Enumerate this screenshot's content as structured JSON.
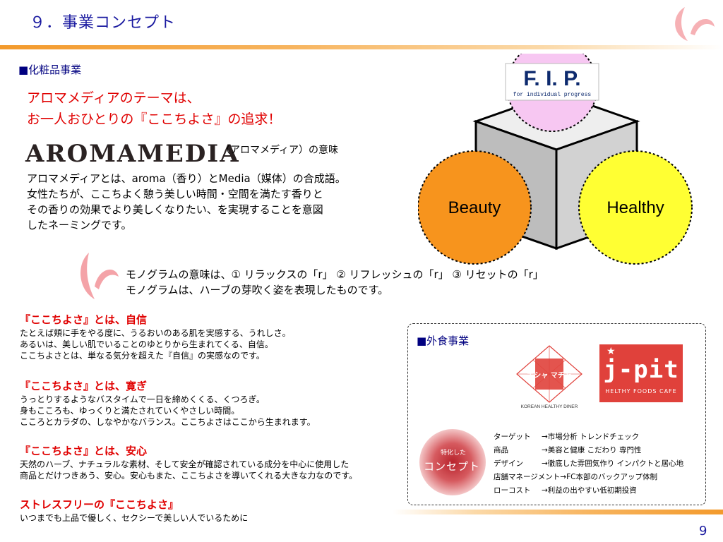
{
  "header": {
    "title": "９．事業コンセプト"
  },
  "cosmetics": {
    "section_label": "■化粧品事業",
    "theme_line1": "アロマメディアのテーマは、",
    "theme_line2": "お一人おひとりの『ここちよさ』の追求！",
    "logo_text": "AROMAMEDIA",
    "meaning_label": "（アロマメディア）の意味",
    "desc_lines": [
      "アロマメディアとは、aroma（香り）とMedia（媒体）の合成語。",
      "女性たちが、ここちよく憩う美しい時間・空間を満たす香りと",
      "その香りの効果でより美しくなりたい、を実現することを意図",
      "したネーミングです。"
    ],
    "monogram_lines": [
      "モノグラムの意味は、①  リラックスの「r」  ②  リフレッシュの「r」  ③  リセットの「r」",
      "モノグラムは、ハーブの芽吹く姿を表現したものです。"
    ]
  },
  "diagram": {
    "fip_logo": "F. I. P.",
    "fip_tagline": "for individual progress",
    "circle_left": "Beauty",
    "circle_right": "Healthy",
    "colors": {
      "fip_fill": "#f7c7f2",
      "beauty_fill": "#f7941d",
      "healthy_fill": "#ffff33"
    }
  },
  "kokoro": [
    {
      "heading": "『ここちよさ』とは、自信",
      "lines": [
        "たとえば頬に手をやる度に、うるおいのある肌を実感する、うれしさ。",
        "あるいは、美しい肌でいることのゆとりから生まれてくる、自信。",
        "ここちよさとは、単なる気分を超えた『自信』の実感なのです。"
      ]
    },
    {
      "heading": "『ここちよさ』とは、寛ぎ",
      "lines": [
        "うっとりするようなバスタイムで一日を締めくくる、くつろぎ。",
        "身もこころも、ゆっくりと満たされていくやさしい時間。",
        "こころとカラダの、しなやかなバランス。ここちよさはここから生まれます。"
      ]
    },
    {
      "heading": "『ここちよさ』とは、安心",
      "lines": [
        "天然のハーブ、ナチュラルな素材、そして安全が確認されている成分を中心に使用した",
        "商品とだけつきあう、安心。安心もまた、ここちよさを導いてくれる大きな力なのです。"
      ]
    },
    {
      "heading": "ストレスフリーの『ここちよさ』",
      "lines": [
        "いつまでも上品で優しく、セクシーで美しい人でいるために"
      ]
    }
  ],
  "food": {
    "section_label": "■外食事業",
    "pocha_logo_text": "ポシャ マチャ",
    "pocha_tagline": "KOREAN HEALTHY DINER",
    "jpit_logo": "j-pit",
    "jpit_tagline": "HELTHY FOODS CAFE",
    "concept_small": "特化した",
    "concept_big": "コンセプト",
    "items": [
      {
        "key": "ターゲット",
        "value": "→市場分析  トレンドチェック"
      },
      {
        "key": "商品",
        "value": "→美容と健康  こだわり  専門性"
      },
      {
        "key": "デザイン",
        "value": "→徹底した雰囲気作り  インパクトと居心地"
      },
      {
        "key": "店舗マネージメント",
        "value": "→FC本部のバックアップ体制"
      },
      {
        "key": "ローコスト",
        "value": "→利益の出やすい低初期投資"
      }
    ]
  },
  "footer": {
    "page_number": "9"
  }
}
